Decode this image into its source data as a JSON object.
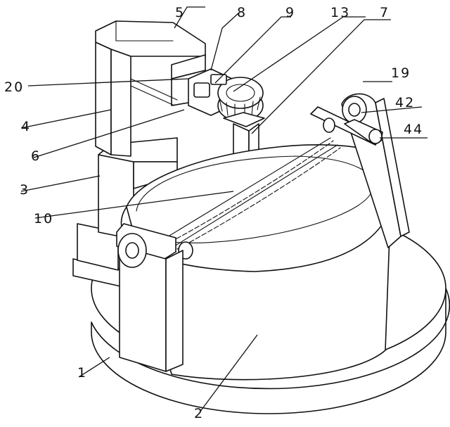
{
  "labels": {
    "l1": "1",
    "l2": "2",
    "l3": "3",
    "l4": "4",
    "l5": "5",
    "l6": "6",
    "l7": "7",
    "l8": "8",
    "l9": "9",
    "l10": "10",
    "l13": "13",
    "l19": "19",
    "l20": "20",
    "l42": "42",
    "l44": "44"
  }
}
